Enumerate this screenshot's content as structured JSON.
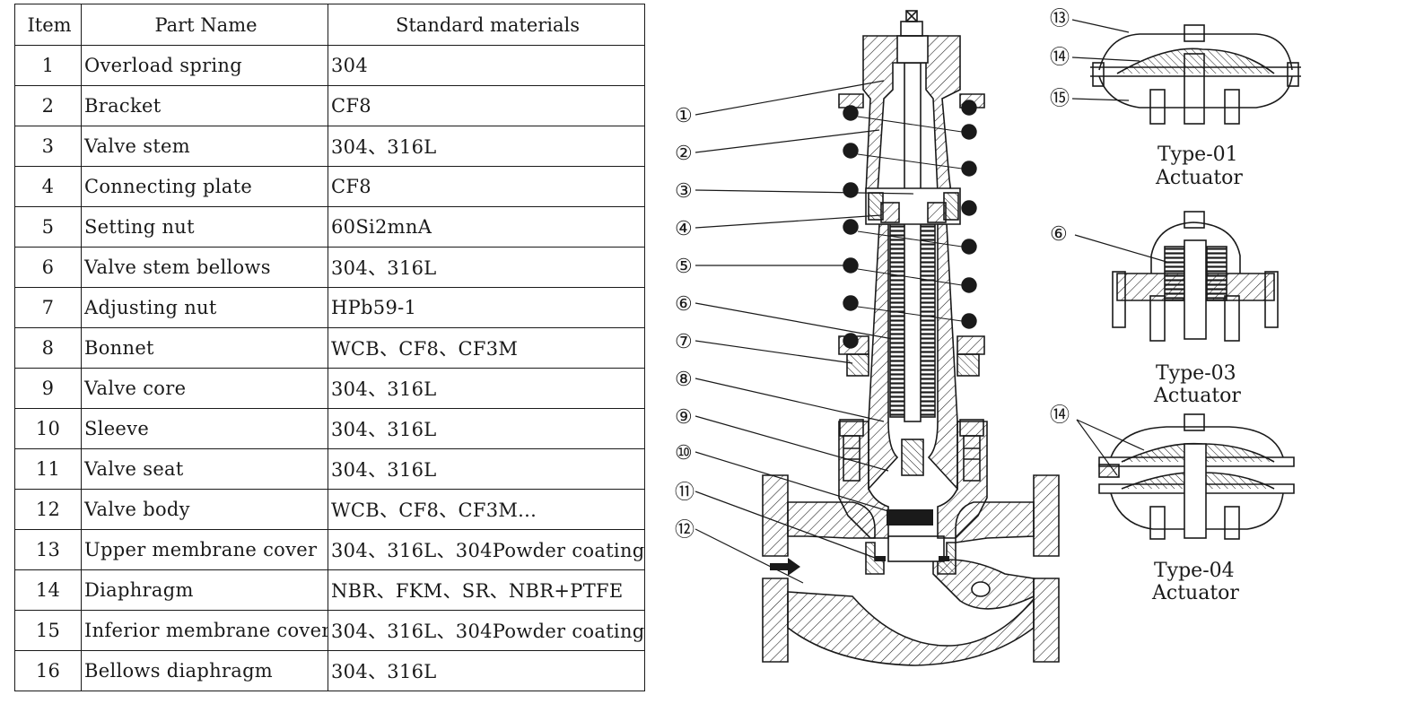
{
  "table": {
    "headers": [
      "Item",
      "Part Name",
      "Standard materials"
    ],
    "rows": [
      {
        "item": "1",
        "name": "Overload spring",
        "material": "304"
      },
      {
        "item": "2",
        "name": "Bracket",
        "material": "CF8"
      },
      {
        "item": "3",
        "name": "Valve stem",
        "material": "304、316L"
      },
      {
        "item": "4",
        "name": "Connecting plate",
        "material": "CF8"
      },
      {
        "item": "5",
        "name": "Setting nut",
        "material": "60Si2mnA"
      },
      {
        "item": "6",
        "name": "Valve stem bellows",
        "material": "304、316L"
      },
      {
        "item": "7",
        "name": "Adjusting nut",
        "material": "HPb59-1"
      },
      {
        "item": "8",
        "name": "Bonnet",
        "material": "WCB、CF8、CF3M"
      },
      {
        "item": "9",
        "name": "Valve core",
        "material": "304、316L"
      },
      {
        "item": "10",
        "name": "Sleeve",
        "material": "304、316L"
      },
      {
        "item": "11",
        "name": "Valve seat",
        "material": "304、316L"
      },
      {
        "item": "12",
        "name": "Valve body",
        "material": "WCB、CF8、CF3M..."
      },
      {
        "item": "13",
        "name": "Upper membrane cover",
        "material": "304、316L、304Powder coating"
      },
      {
        "item": "14",
        "name": "Diaphragm",
        "material": "NBR、FKM、SR、NBR+PTFE"
      },
      {
        "item": "15",
        "name": "Inferior membrane cover",
        "material": "304、316L、304Powder coating"
      },
      {
        "item": "16",
        "name": "Bellows diaphragm",
        "material": "304、316L"
      }
    ]
  },
  "callouts": {
    "c1": "①",
    "c2": "②",
    "c3": "③",
    "c4": "④",
    "c5": "⑤",
    "c6": "⑥",
    "c7": "⑦",
    "c8": "⑧",
    "c9": "⑨",
    "c10": "⑩",
    "c11": "⑪",
    "c12": "⑫",
    "c13": "⑬",
    "c14a": "⑭",
    "c15": "⑮",
    "c16": "⑥",
    "c14b": "⑭"
  },
  "actuators": {
    "type01": {
      "line1": "Type-01",
      "line2": "Actuator"
    },
    "type03": {
      "line1": "Type-03",
      "line2": "Actuator"
    },
    "type04": {
      "line1": "Type-04",
      "line2": "Actuator"
    }
  },
  "colors": {
    "ink": "#1a1a1a",
    "background": "#ffffff"
  }
}
